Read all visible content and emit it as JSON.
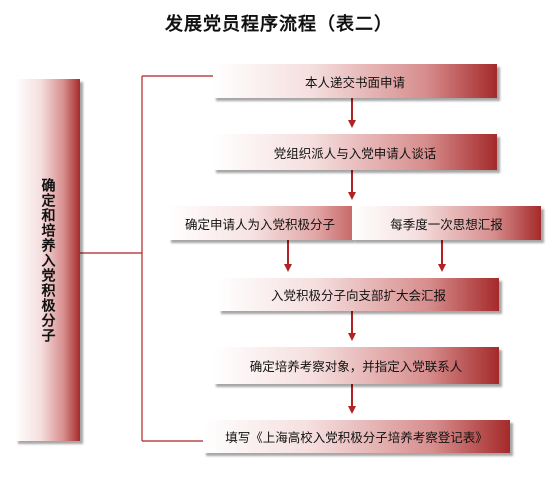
{
  "title": "发展党员程序流程（表二）",
  "side_label": "确定和培养入党积极分子",
  "steps": {
    "step1": "本人递交书面申请",
    "step2": "党组织派人与入党申请人谈话",
    "step3a": "确定申请人为入党积极分子",
    "step3b": "每季度一次思想汇报",
    "step4": "入党积极分子向支部扩大会汇报",
    "step5": "确定培养考察对象，并指定入党联系人",
    "step6": "填写《上海高校入党积极分子培养考察登记表》"
  },
  "colors": {
    "arrow": "#b22222",
    "line": "#b22222",
    "box_dark": "#a52a2a",
    "box_light": "#ffffff"
  }
}
